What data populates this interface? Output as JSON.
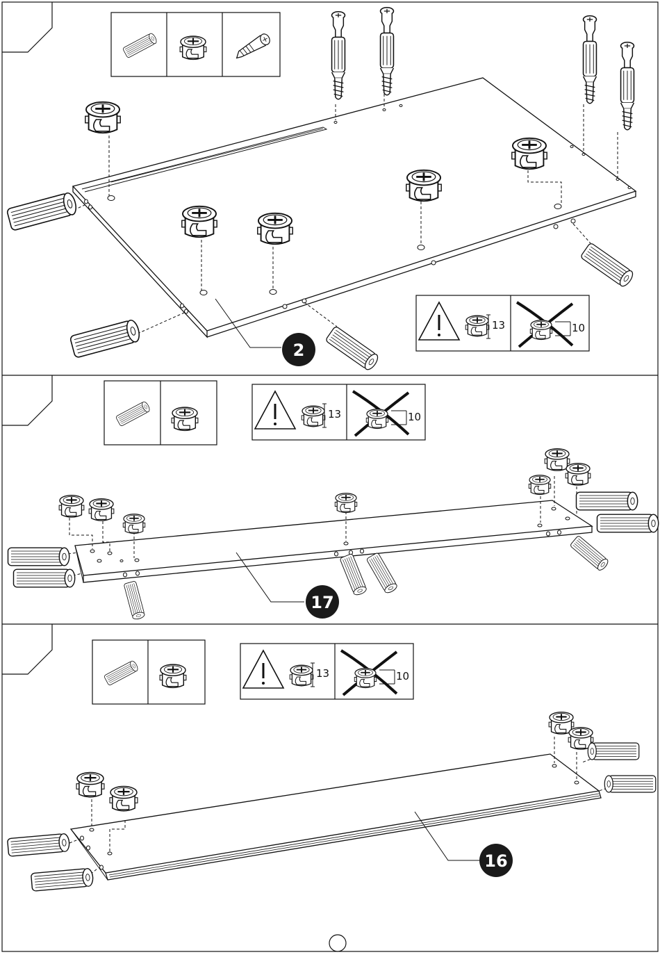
{
  "sections": [
    {
      "part_number": "2",
      "warning": {
        "depth_correct": "13",
        "depth_wrong": "10"
      }
    },
    {
      "part_number": "17",
      "warning": {
        "depth_correct": "13",
        "depth_wrong": "10"
      }
    },
    {
      "part_number": "16",
      "warning": {
        "depth_correct": "13",
        "depth_wrong": "10"
      }
    }
  ],
  "icons": {
    "dowel": "wooden-dowel-icon",
    "cam": "cam-lock-icon",
    "bolt": "cam-bolt-icon",
    "warning": "warning-triangle-icon",
    "wrong": "wrong-orientation-icon"
  },
  "colors": {
    "ink": "#111111",
    "paper": "#ffffff",
    "badge": "#1a1a1a"
  }
}
